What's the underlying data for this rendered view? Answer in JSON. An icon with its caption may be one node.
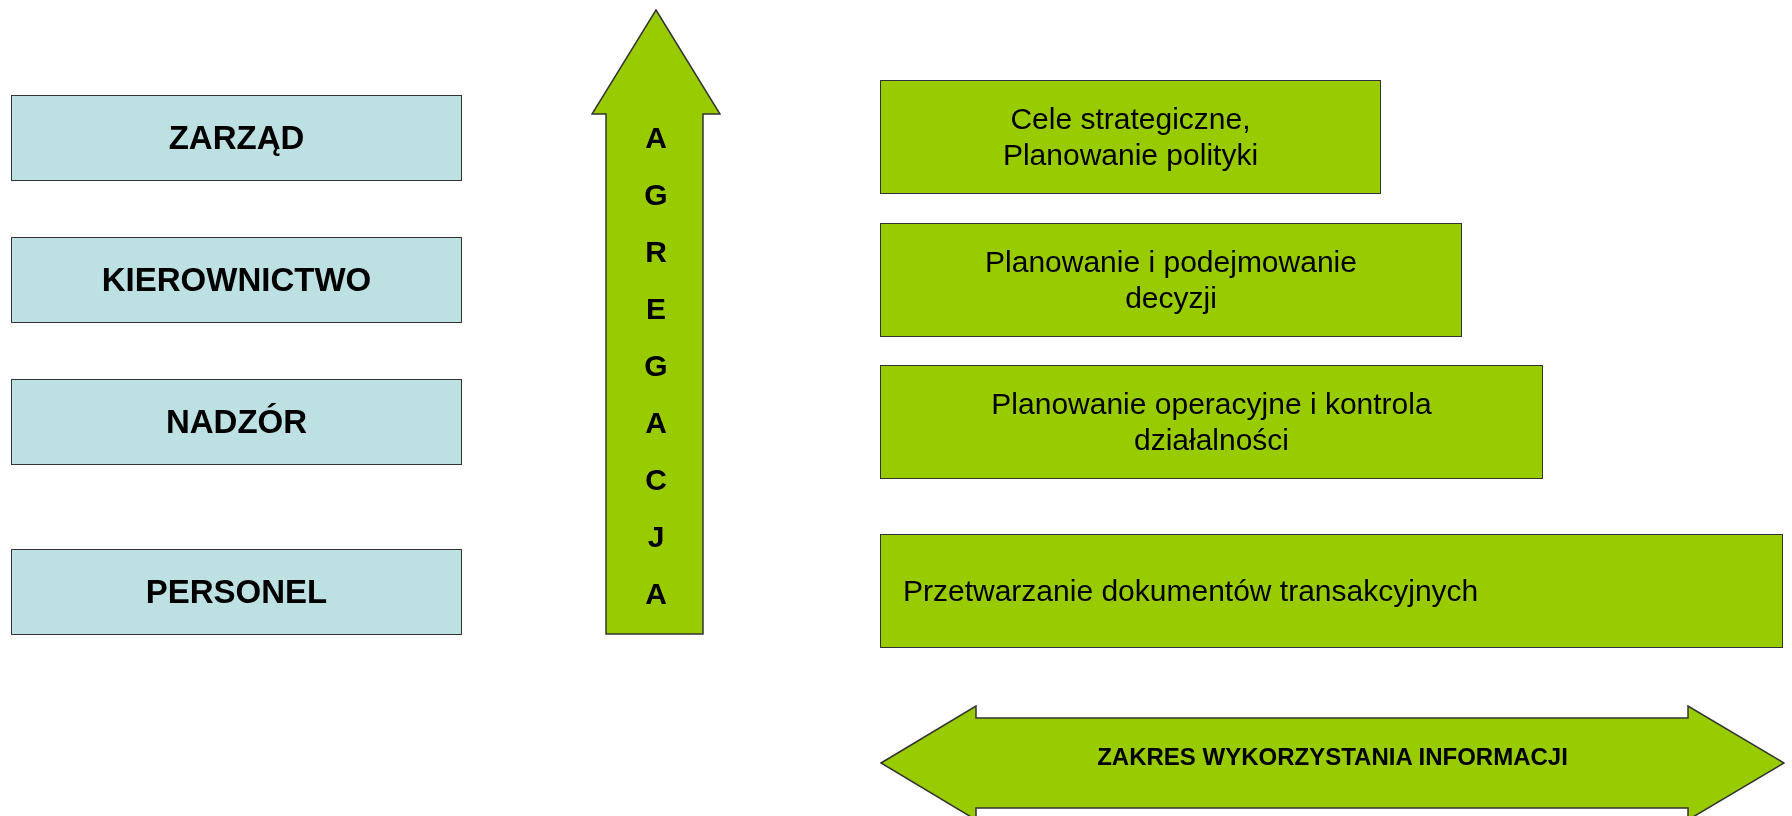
{
  "diagram": {
    "nodes": [
      {
        "text": [
          "ZARZĄD"
        ]
      },
      {
        "text": [
          "KIEROWNICTWO"
        ]
      },
      {
        "text": [
          "NADZÓR"
        ]
      },
      {
        "text": [
          "PERSONEL"
        ]
      },
      {
        "text": [
          "AGREGACJA"
        ]
      },
      {
        "text": [
          "Cele strategiczne, Planowanie polityki"
        ]
      },
      {
        "text": [
          "Planowanie i podejmowanie decyzji"
        ]
      },
      {
        "text": [
          "Planowanie operacyjne i kontrola działalności"
        ]
      },
      {
        "text": [
          "Przetwarzanie dokumentów transakcyjnych"
        ]
      },
      {
        "text": [
          "ZAKRES WYKORZYSTANIA INFORMACJI"
        ]
      }
    ]
  }
}
